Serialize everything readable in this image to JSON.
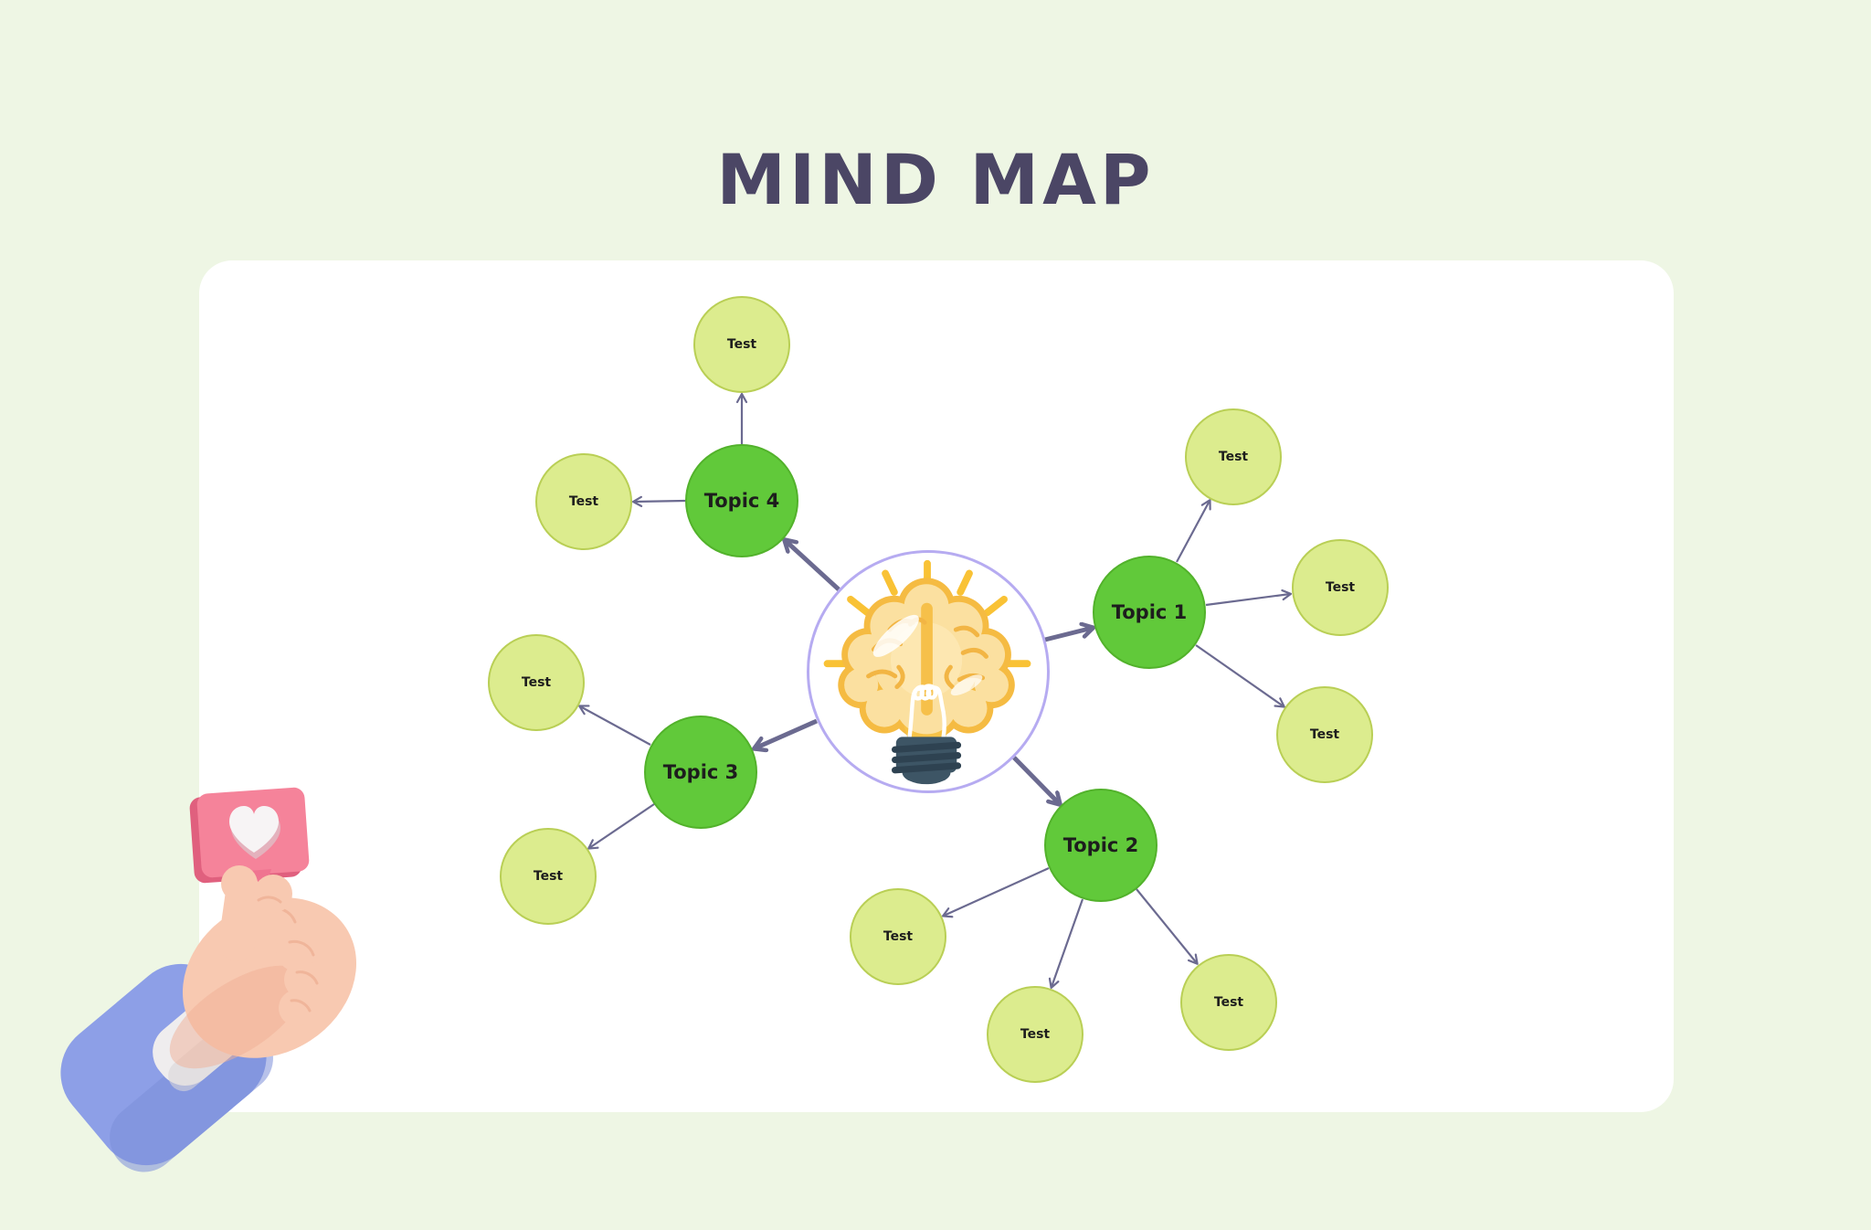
{
  "title": "MIND MAP",
  "colors": {
    "background": "#eef6e4",
    "card": "#ffffff",
    "title_text": "#4b4665",
    "topic_fill": "#61c93a",
    "topic_border": "#52b22b",
    "topic_text": "#1d1d1d",
    "test_fill": "#dcec8e",
    "test_border": "#b9cf55",
    "test_text": "#1d1d1d",
    "edge": "#6b6a90",
    "hub_fill": "#ffffff",
    "hub_border": "#b6abf1",
    "bulb_yellow": "#f6bd45",
    "bulb_light": "#fbe0a0",
    "bulb_base": "#3d5565",
    "sign_pink": "#f5839a",
    "sleeve_blue": "#8d9fe7"
  },
  "hub": {
    "icon": "brain-lightbulb-icon"
  },
  "mindmap": {
    "topics": [
      {
        "label": "Topic 1",
        "children": [
          {
            "label": "Test"
          },
          {
            "label": "Test"
          },
          {
            "label": "Test"
          }
        ]
      },
      {
        "label": "Topic 2",
        "children": [
          {
            "label": "Test"
          },
          {
            "label": "Test"
          },
          {
            "label": "Test"
          }
        ]
      },
      {
        "label": "Topic 3",
        "children": [
          {
            "label": "Test"
          },
          {
            "label": "Test"
          }
        ]
      },
      {
        "label": "Topic 4",
        "children": [
          {
            "label": "Test"
          },
          {
            "label": "Test"
          }
        ]
      }
    ]
  },
  "decorations": {
    "hand_illustration": "hand-holding-like-sign"
  }
}
